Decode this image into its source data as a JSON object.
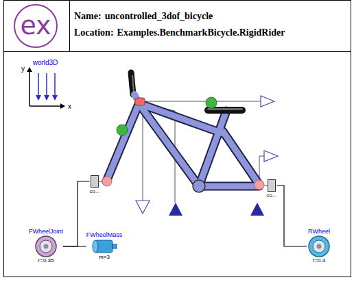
{
  "diagram": {
    "nodes": [
      {
        "text": [
          "world3D"
        ]
      },
      {
        "text": [
          "co..."
        ]
      },
      {
        "text": [
          "co..."
        ]
      },
      {
        "text": [
          "FWheelJoint",
          "r=0.35"
        ]
      },
      {
        "text": [
          "FWheelMass",
          "m=3"
        ]
      },
      {
        "text": [
          "RWheel",
          "r=0.3"
        ]
      }
    ],
    "edges": [
      {
        "from": 1,
        "to": 3,
        "arrow": "none"
      },
      {
        "from": 3,
        "to": 4,
        "arrow": "none"
      },
      {
        "from": 2,
        "to": 5,
        "arrow": "none"
      }
    ],
    "labels": [
      "ex",
      "Name:",
      "uncontrolled_3dof_bicycle",
      "Location:",
      "Examples.BenchmarkBicycle.RigidRider",
      "y",
      "x"
    ]
  }
}
